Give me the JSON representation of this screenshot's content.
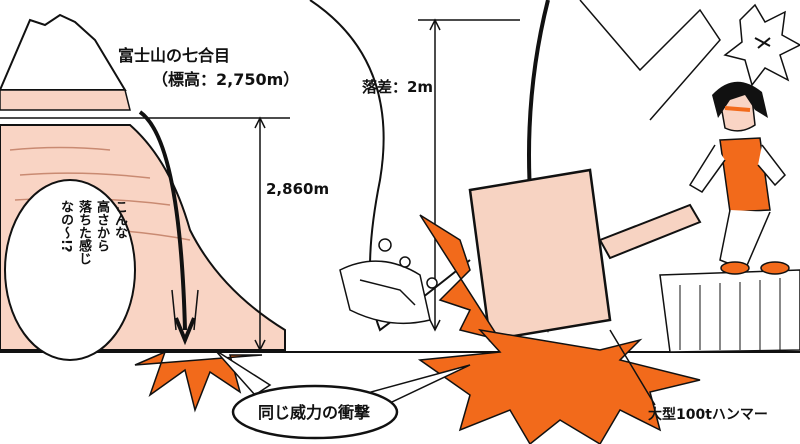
{
  "fuji": {
    "title": "富士山の七合目",
    "elevation": "（標高：2,750m）",
    "fall_height": "2,860m"
  },
  "hammer": {
    "drop_height": "落差：2m",
    "label": "大型100tハンマー"
  },
  "impact_label": "同じ威力の衝撃",
  "thought_bubble": {
    "lines": [
      "こんな",
      "高さから",
      "落ちた感じ",
      "なの～!?"
    ]
  },
  "colors": {
    "impact_orange": "#f26a1b",
    "skin": "#f9d4c4",
    "hammer_head": "#f7d3c2",
    "outline": "#111111"
  }
}
